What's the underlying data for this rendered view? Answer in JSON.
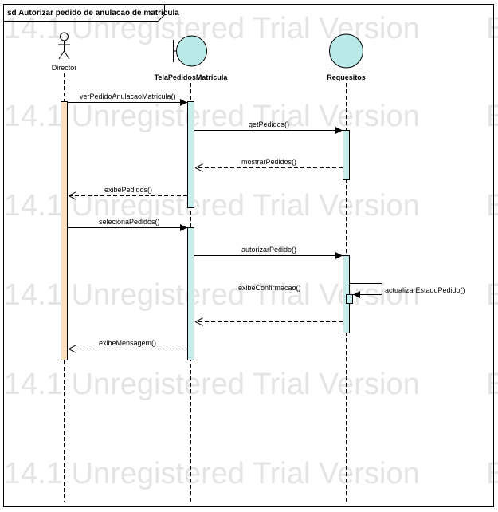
{
  "diagram": {
    "frame_title": "sd Autorizar pedido de anulacao de matricula",
    "watermark_lines": [
      "14.1 Unregistered Trial Version",
      "14.1 Unregistered Trial Version",
      "14.1 Unregistered Trial Version",
      "14.1 Unregistered Trial Version",
      "14.1 Unregistered Trial Version",
      "14.1 Unregistered Trial Version"
    ],
    "watermark_edge": "E",
    "lifelines": [
      {
        "id": "director",
        "name": "Director",
        "kind": "actor",
        "bold": false
      },
      {
        "id": "tela",
        "name": "TelaPedidosMatricula",
        "kind": "boundary",
        "bold": true
      },
      {
        "id": "requesitos",
        "name": "Requesitos",
        "kind": "entity",
        "bold": true
      }
    ],
    "messages": [
      {
        "label": "verPedidoAnulacaoMatricula()",
        "from": "director",
        "to": "tela",
        "style": "sync"
      },
      {
        "label": "getPedidos()",
        "from": "tela",
        "to": "requesitos",
        "style": "sync"
      },
      {
        "label": "mostrarPedidos()",
        "from": "requesitos",
        "to": "tela",
        "style": "return"
      },
      {
        "label": "exibePedidos()",
        "from": "tela",
        "to": "director",
        "style": "return"
      },
      {
        "label": "selecionaPedidos()",
        "from": "director",
        "to": "tela",
        "style": "sync"
      },
      {
        "label": "autorizarPedido()",
        "from": "tela",
        "to": "requesitos",
        "style": "sync"
      },
      {
        "label": "actualizarEstadoPedido()",
        "from": "requesitos",
        "to": "requesitos",
        "style": "self"
      },
      {
        "label": "exibeConfirmacao()",
        "from": "requesitos",
        "to": "tela",
        "style": "return"
      },
      {
        "label": "exibeMensagem()",
        "from": "tela",
        "to": "director",
        "style": "return"
      }
    ],
    "colors": {
      "actor_activation": "#fde0c0",
      "activation": "#c6ecec",
      "lifeline_shape_fill": "#b9e9e6",
      "line": "#000000",
      "watermark": "#e4e4e4"
    }
  }
}
